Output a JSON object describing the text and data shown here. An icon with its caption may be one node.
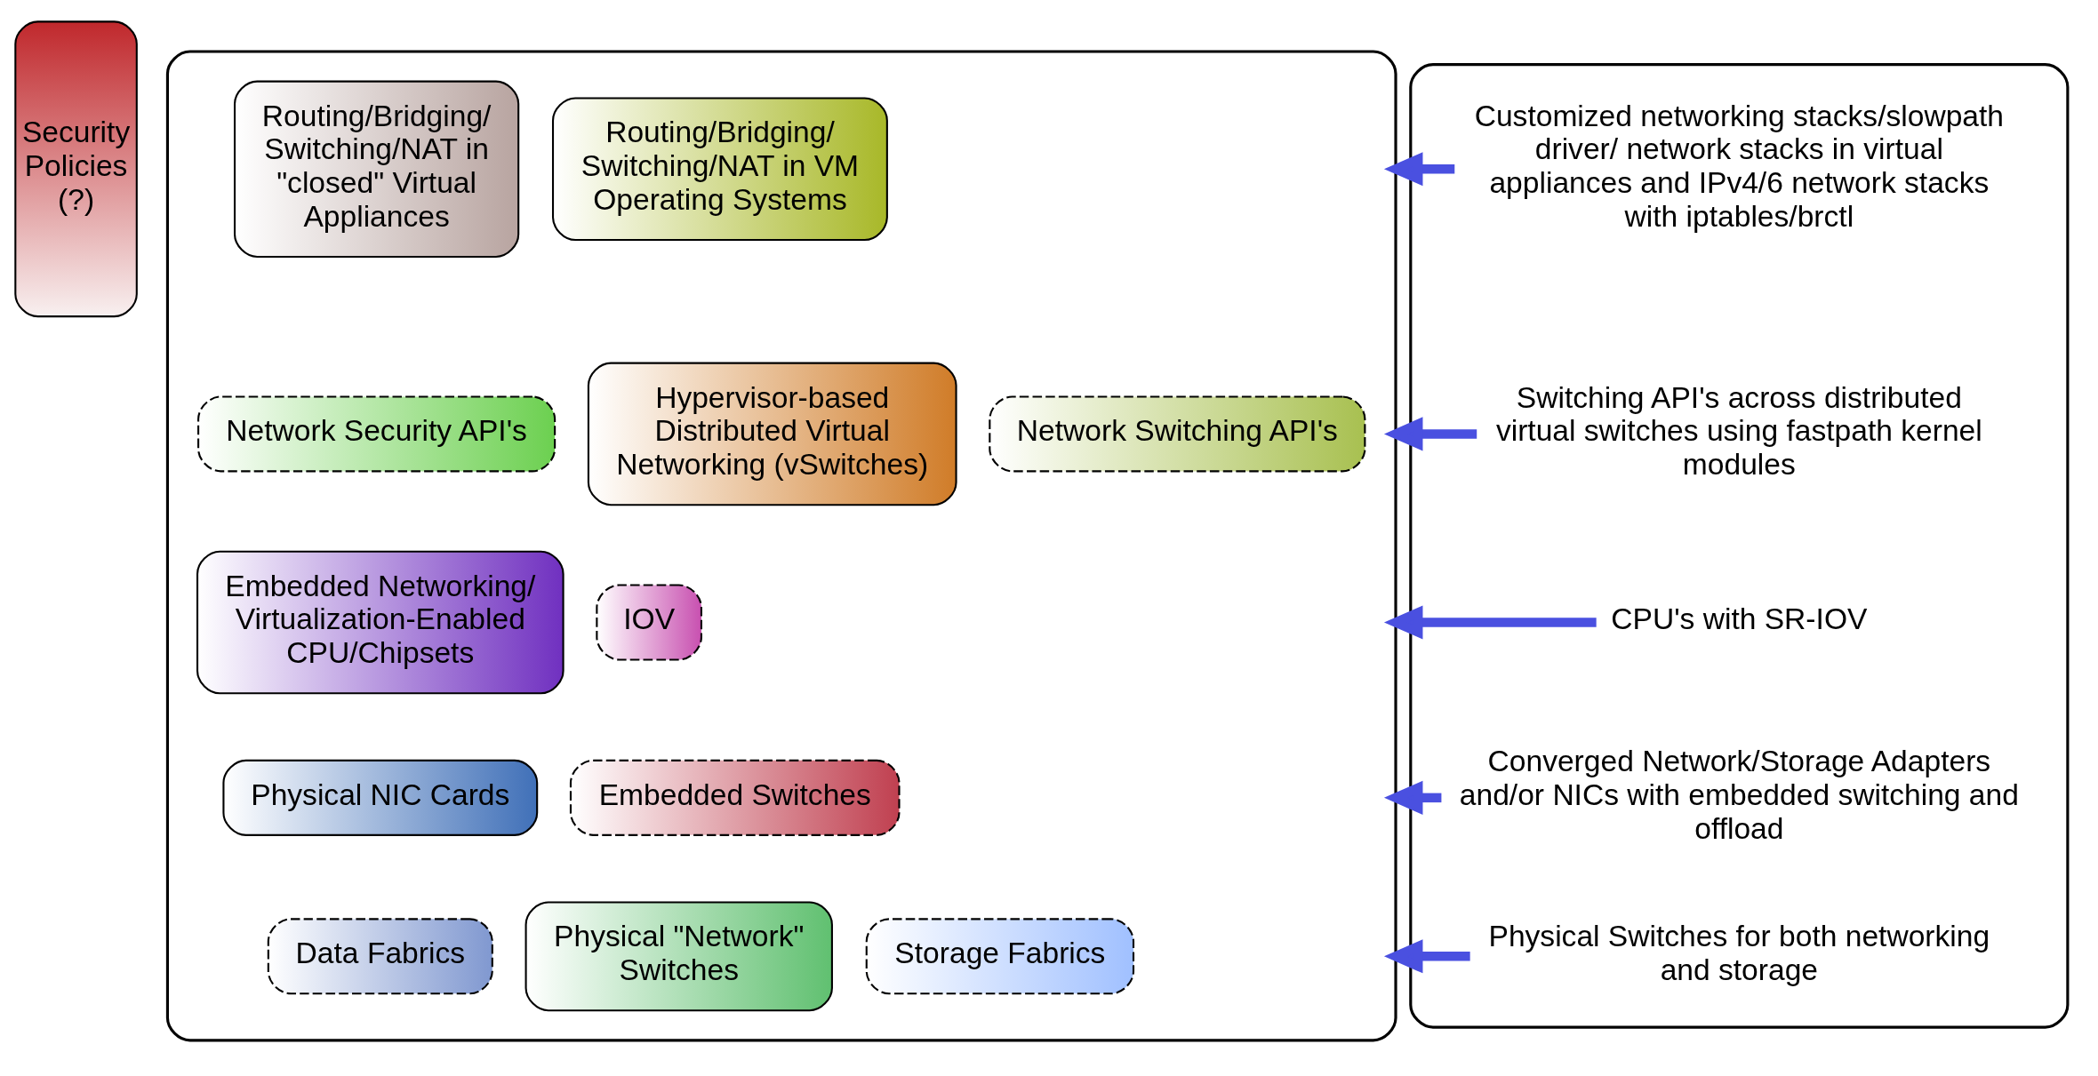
{
  "diagram": {
    "nodes": [
      {
        "text": [
          "Security Policies (?)"
        ]
      },
      {
        "text": [],
        "shape": "box"
      },
      {
        "text": [
          "Routing/Bridging/ Switching/NAT in \"closed\" Virtual Appliances"
        ],
        "in": 1
      },
      {
        "text": [
          "Routing/Bridging/ Switching/NAT in VM Operating Systems"
        ],
        "in": 1
      },
      {
        "text": [
          "Network Security API's"
        ],
        "in": 1
      },
      {
        "text": [
          "Hypervisor-based Distributed Virtual Networking (vSwitches)"
        ],
        "in": 1
      },
      {
        "text": [
          "Network Switching API's"
        ],
        "in": 1
      },
      {
        "text": [
          "Embedded Networking/ Virtualization-Enabled CPU/Chipsets"
        ],
        "in": 1
      },
      {
        "text": [
          "IOV"
        ],
        "in": 1
      },
      {
        "text": [
          "Physical NIC Cards"
        ],
        "in": 1
      },
      {
        "text": [
          "Embedded Switches"
        ],
        "in": 1
      },
      {
        "text": [
          "Data Fabrics"
        ],
        "in": 1
      },
      {
        "text": [
          "Physical \"Network\" Switches"
        ],
        "in": 1
      },
      {
        "text": [
          "Storage Fabrics"
        ],
        "in": 1
      },
      {
        "text": [],
        "shape": "box"
      },
      {
        "text": [
          "Customized networking stacks/slowpath driver/ network stacks in virtual appliances and IPv4/6 network stacks with iptables/brctl"
        ],
        "in": 14
      },
      {
        "text": [
          "Switching API's across distributed virtual switches using fastpath kernel modules"
        ],
        "in": 14
      },
      {
        "text": [
          "CPU's with SR-IOV"
        ],
        "in": 14
      },
      {
        "text": [
          "Converged Network/Storage Adapters and/or NICs with embedded switching and offload"
        ],
        "in": 14
      },
      {
        "text": [
          "Physical Switches for both networking and storage"
        ],
        "in": 14
      }
    ],
    "edges": [
      {
        "from": 15,
        "to": 1,
        "arrow": "to"
      },
      {
        "from": 16,
        "to": 1,
        "arrow": "to"
      },
      {
        "from": 17,
        "to": 1,
        "arrow": "to"
      },
      {
        "from": 18,
        "to": 1,
        "arrow": "to"
      },
      {
        "from": 19,
        "to": 1,
        "arrow": "to"
      }
    ]
  }
}
